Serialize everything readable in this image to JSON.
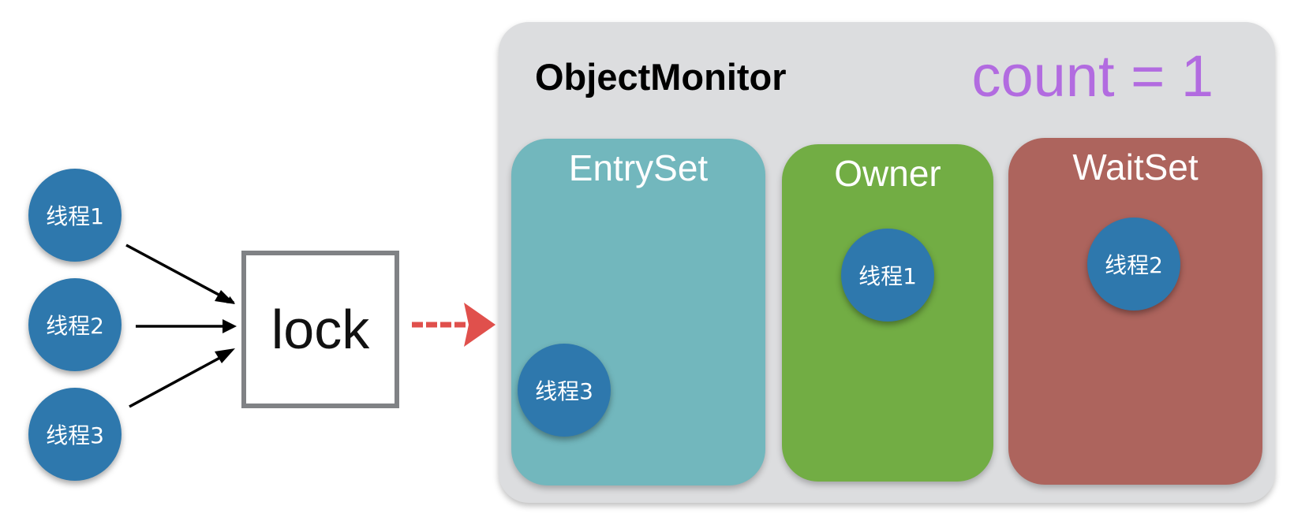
{
  "threads": {
    "t1": "线程1",
    "t2": "线程2",
    "t3": "线程3"
  },
  "lock": {
    "label": "lock"
  },
  "monitor": {
    "title": "ObjectMonitor",
    "count": "count = 1",
    "entry_set": {
      "title": "EntrySet",
      "thread": "线程3"
    },
    "owner": {
      "title": "Owner",
      "thread": "线程1"
    },
    "wait_set": {
      "title": "WaitSet",
      "thread": "线程2"
    }
  },
  "colors": {
    "thread": "#2e78ad",
    "entry_set": "#72b7bd",
    "owner": "#72ad44",
    "wait_set": "#ad645d",
    "monitor_bg": "#dcdddf",
    "count": "#b26be0",
    "transition_arrow": "#e0504c"
  }
}
